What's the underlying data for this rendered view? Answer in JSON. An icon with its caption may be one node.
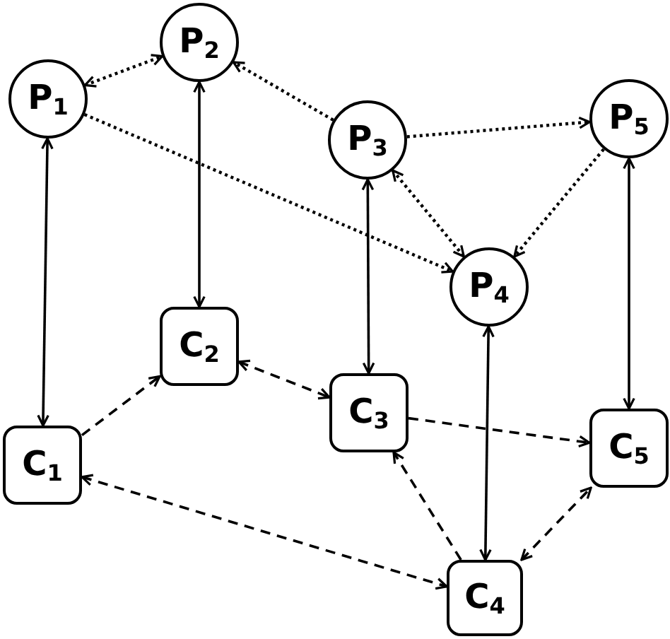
{
  "diagram": {
    "nodes": [
      {
        "text": [
          "P$_{1}$"
        ]
      },
      {
        "text": [
          "P$_{2}$"
        ]
      },
      {
        "text": [
          "P$_{3}$"
        ]
      },
      {
        "text": [
          "P$_{4}$"
        ]
      },
      {
        "text": [
          "P$_{5}$"
        ]
      },
      {
        "text": [
          "C$_{1}$"
        ]
      },
      {
        "text": [
          "C$_{2}$"
        ]
      },
      {
        "text": [
          "C$_{3}$"
        ]
      },
      {
        "text": [
          "C$_{4}$"
        ]
      },
      {
        "text": [
          "C$_{5}$"
        ]
      }
    ],
    "edges": [
      {
        "from": 0,
        "to": 1,
        "arrow": "both",
        "style": "dashed"
      },
      {
        "from": 2,
        "to": 1,
        "arrow": "to",
        "style": "dashed"
      },
      {
        "from": 0,
        "to": 3,
        "arrow": "to",
        "style": "dashed"
      },
      {
        "from": 2,
        "to": 4,
        "arrow": "to",
        "style": "dashed"
      },
      {
        "from": 2,
        "to": 3,
        "arrow": "both",
        "style": "dashed"
      },
      {
        "from": 4,
        "to": 3,
        "arrow": "to",
        "style": "dashed"
      },
      {
        "from": 0,
        "to": 5,
        "arrow": "both"
      },
      {
        "from": 1,
        "to": 6,
        "arrow": "both"
      },
      {
        "from": 2,
        "to": 7,
        "arrow": "both"
      },
      {
        "from": 3,
        "to": 8,
        "arrow": "both"
      },
      {
        "from": 4,
        "to": 9,
        "arrow": "both"
      },
      {
        "from": 5,
        "to": 6,
        "arrow": "to",
        "style": "dashed"
      },
      {
        "from": 6,
        "to": 7,
        "arrow": "both",
        "style": "dashed"
      },
      {
        "from": 7,
        "to": 9,
        "arrow": "to",
        "style": "dashed"
      },
      {
        "from": 8,
        "to": 7,
        "arrow": "to",
        "style": "dashed"
      },
      {
        "from": 5,
        "to": 8,
        "arrow": "both",
        "style": "dashed"
      },
      {
        "from": 8,
        "to": 9,
        "arrow": "both",
        "style": "dashed"
      }
    ]
  }
}
